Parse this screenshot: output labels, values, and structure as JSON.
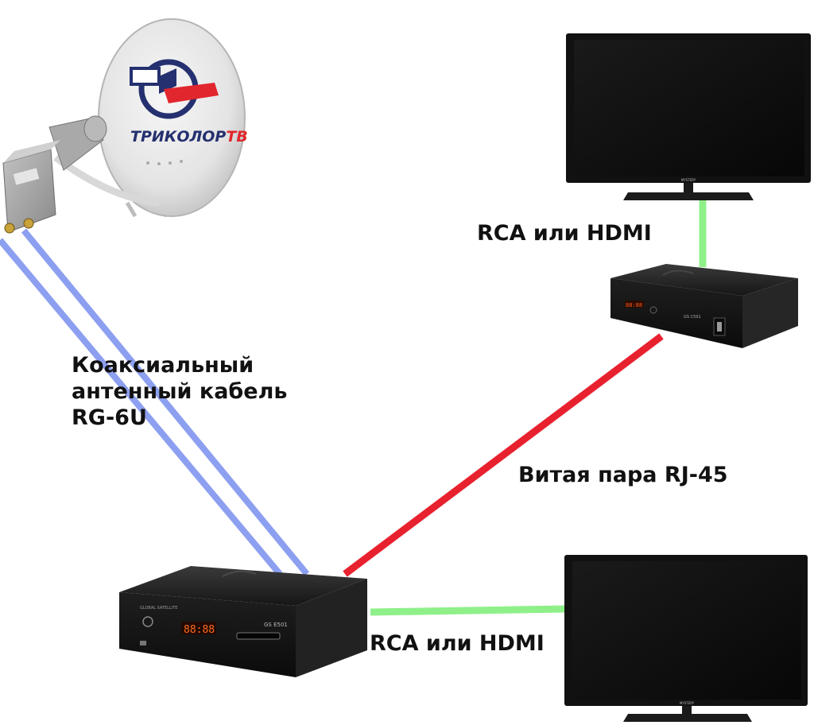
{
  "diagram": {
    "brand_logo_text": "ТРИКОЛОРТВ",
    "labels": {
      "coax_line1": "Коаксиальный",
      "coax_line2": "антенный кабель",
      "coax_line3": "RG-6U",
      "rca_top": "RCA или HDMI",
      "rj45": "Витая пара RJ-45",
      "rca_bottom": "RCA или HDMI"
    },
    "main_receiver": {
      "display": "88:88",
      "model": "GS E501",
      "front_text": "GLOBAL SATELLITE"
    },
    "client_receiver": {
      "display": "88:88",
      "model": "GS C591"
    },
    "tv_brand": "MYSTERY",
    "colors": {
      "coax_cable": "#8c9ff0",
      "twisted_pair": "#e8212f",
      "rca_hdmi": "#8ff08a",
      "logo_red": "#e1262d",
      "logo_navy": "#24306f"
    }
  }
}
